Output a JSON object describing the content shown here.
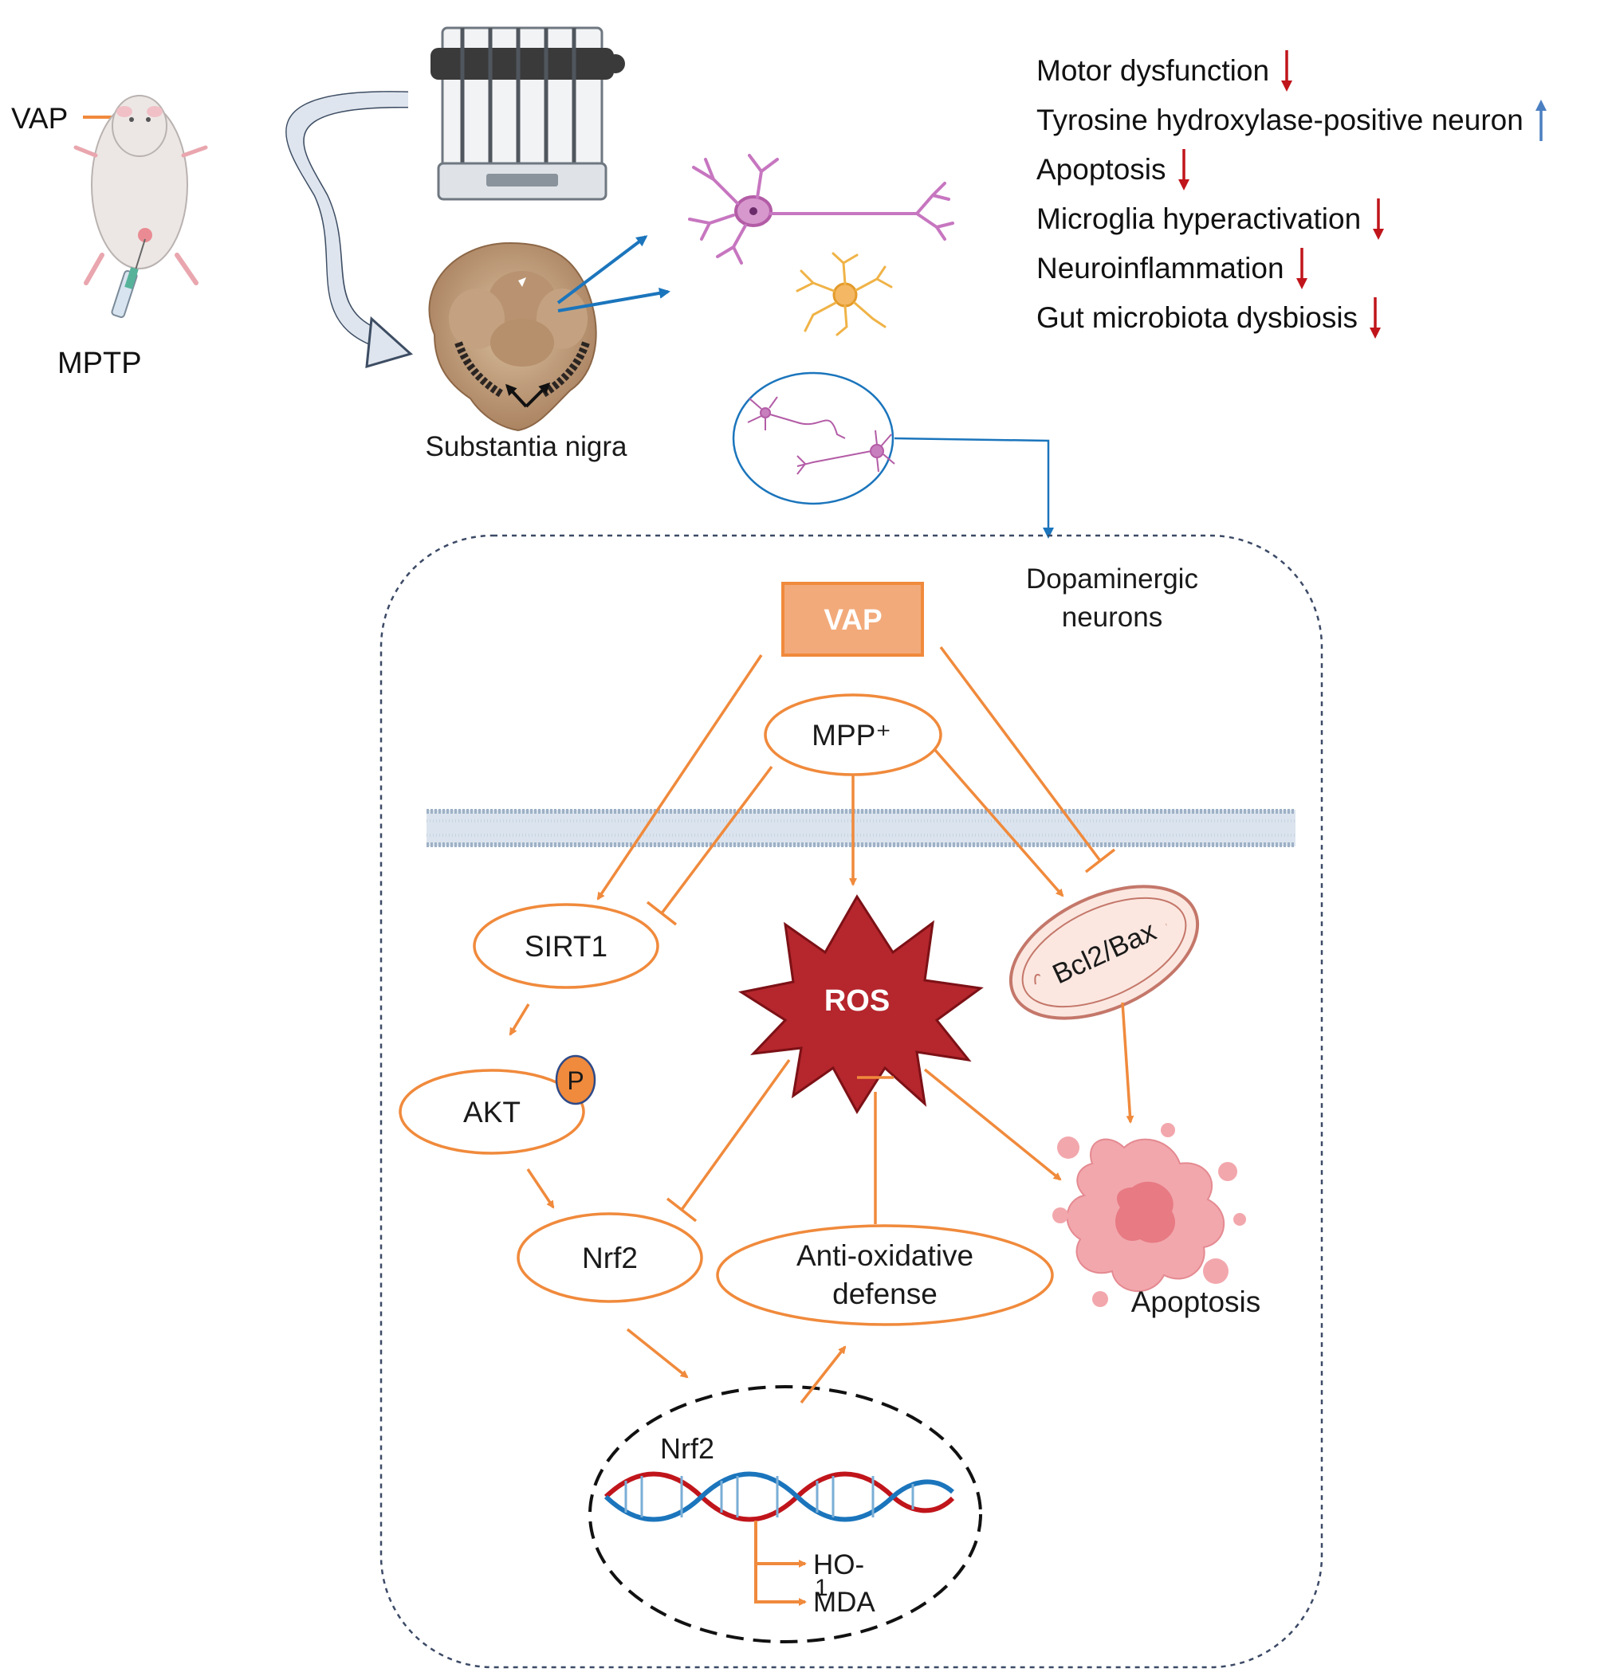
{
  "mouse": {
    "vap_label": "VAP",
    "mptp_label": "MPTP"
  },
  "brain": {
    "region_label": "Substantia nigra"
  },
  "neurons_box": {
    "title_line1": "Dopaminergic",
    "title_line2": "neurons"
  },
  "pathway": {
    "vap": "VAP",
    "mpp": "MPP⁺",
    "sirt1": "SIRT1",
    "akt": "AKT",
    "phospho": "P",
    "nrf2": "Nrf2",
    "ros": "ROS",
    "antiox_line1": "Anti-oxidative",
    "antiox_line2": "defense",
    "bcl2": "Bcl2/Bax",
    "apoptosis": "Apoptosis",
    "nucleus_nrf2": "Nrf2",
    "ho1": "HO-",
    "ho1_suffix": "1",
    "mda": "MDA"
  },
  "effects": [
    {
      "label": "Motor dysfunction",
      "direction": "down",
      "color": "#c0151b"
    },
    {
      "label": "Tyrosine hydroxylase-positive neuron",
      "direction": "up",
      "color": "#4a7fc1"
    },
    {
      "label": "Apoptosis",
      "direction": "down",
      "color": "#c0151b"
    },
    {
      "label": "Microglia hyperactivation",
      "direction": "down",
      "color": "#c0151b"
    },
    {
      "label": "Neuroinflammation",
      "direction": "down",
      "color": "#c0151b"
    },
    {
      "label": "Gut microbiota dysbiosis",
      "direction": "down",
      "color": "#c0151b"
    }
  ],
  "colors": {
    "pathway_orange": "#f08a3c",
    "vap_box_fill": "#f2aa7a",
    "ros_fill": "#b5262d",
    "blue_arrow": "#1b75bc",
    "dashed_border": "#3c4a66"
  }
}
